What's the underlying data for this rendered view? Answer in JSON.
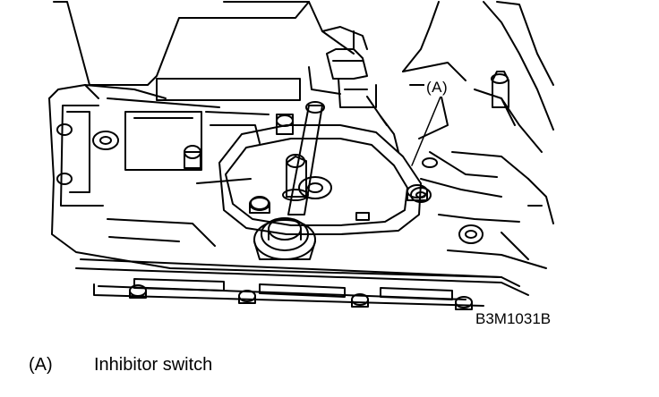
{
  "figure": {
    "callout": "(A)",
    "code": "B3M1031B"
  },
  "legend": {
    "items": [
      {
        "key": "(A)",
        "label": "Inhibitor switch"
      }
    ]
  },
  "colors": {
    "line": "#000000",
    "background": "#ffffff"
  }
}
